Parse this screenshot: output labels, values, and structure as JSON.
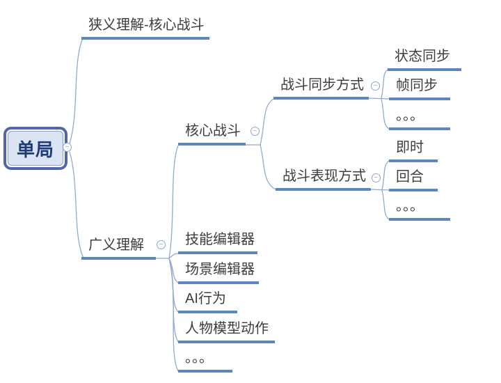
{
  "canvas": {
    "background": "#ffffff"
  },
  "colors": {
    "topic_underline": "#5a86c2",
    "connector_line": "#91a9ce",
    "root_border": "#5366aa",
    "root_fill": "#dbe4f3",
    "root_text": "#1e3c78",
    "topic_text": "#3d3d3d",
    "collapse_icon": "#8fa6c8"
  },
  "icons": {
    "collapse": "−"
  },
  "nodes": {
    "root": {
      "label": "单局"
    },
    "narrow": {
      "label": "狭义理解-核心战斗"
    },
    "broad": {
      "label": "广义理解"
    },
    "core": {
      "label": "核心战斗"
    },
    "sync": {
      "label": "战斗同步方式"
    },
    "state_sync": {
      "label": "状态同步"
    },
    "frame_sync": {
      "label": "帧同步"
    },
    "sync_more": {
      "label": "。。。"
    },
    "present": {
      "label": "战斗表现方式"
    },
    "realtime": {
      "label": "即时"
    },
    "turn": {
      "label": "回合"
    },
    "present_more": {
      "label": "。。。"
    },
    "skill_editor": {
      "label": "技能编辑器"
    },
    "scene_editor": {
      "label": "场景编辑器"
    },
    "ai_behavior": {
      "label": "AI行为"
    },
    "character_animation": {
      "label": "人物模型动作"
    },
    "broad_more": {
      "label": "。。。"
    }
  }
}
